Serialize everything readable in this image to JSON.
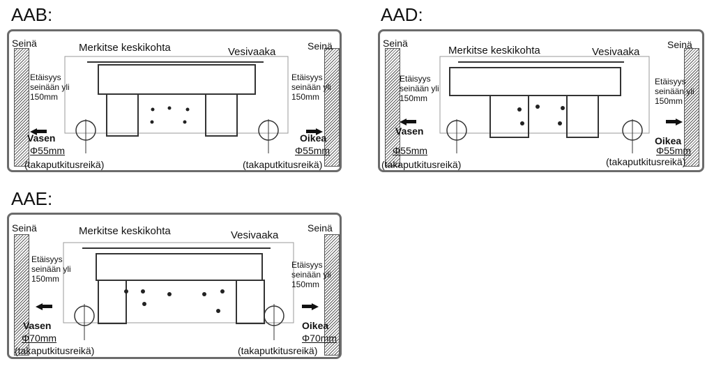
{
  "panels": [
    {
      "id": "aab",
      "title": "AAB:",
      "wall_left": "Seinä",
      "wall_right": "Seinä",
      "mark_center": "Merkitse keskikohta",
      "level": "Vesivaaka",
      "distance_left": "Etäisyys seinään yli 150mm",
      "distance_right": "Etäisyys seinään yli 150mm",
      "left_side": "Vasen",
      "right_side": "Oikea",
      "hole_left": "Φ55mm",
      "hole_right": "Φ55mm",
      "pipe_hole_left": "(takaputkitusreikä)",
      "pipe_hole_right": "(takaputkitusreikä)"
    },
    {
      "id": "aad",
      "title": "AAD:",
      "wall_left": "Seinä",
      "wall_right": "Seinä",
      "mark_center": "Merkitse keskikohta",
      "level": "Vesivaaka",
      "distance_left": "Etäisyys seinään yli 150mm",
      "distance_right": "Etäisyys seinään yli 150mm",
      "left_side": "Vasen",
      "right_side": "Oikea",
      "hole_left": "Φ55mm",
      "hole_right": "Φ55mm",
      "pipe_hole_left": "(takaputkitusreikä)",
      "pipe_hole_right": "(takaputkitusreikä)"
    },
    {
      "id": "aae",
      "title": "AAE:",
      "wall_left": "Seinä",
      "wall_right": "Seinä",
      "mark_center": "Merkitse keskikohta",
      "level": "Vesivaaka",
      "distance_left": "Etäisyys seinään yli 150mm",
      "distance_right": "Etäisyys seinään yli 150mm",
      "left_side": "Vasen",
      "right_side": "Oikea",
      "hole_left": "Φ70mm",
      "hole_right": "Φ70mm",
      "pipe_hole_left": "(takaputkitusreikä)",
      "pipe_hole_right": "(takaputkitusreikä)"
    }
  ]
}
